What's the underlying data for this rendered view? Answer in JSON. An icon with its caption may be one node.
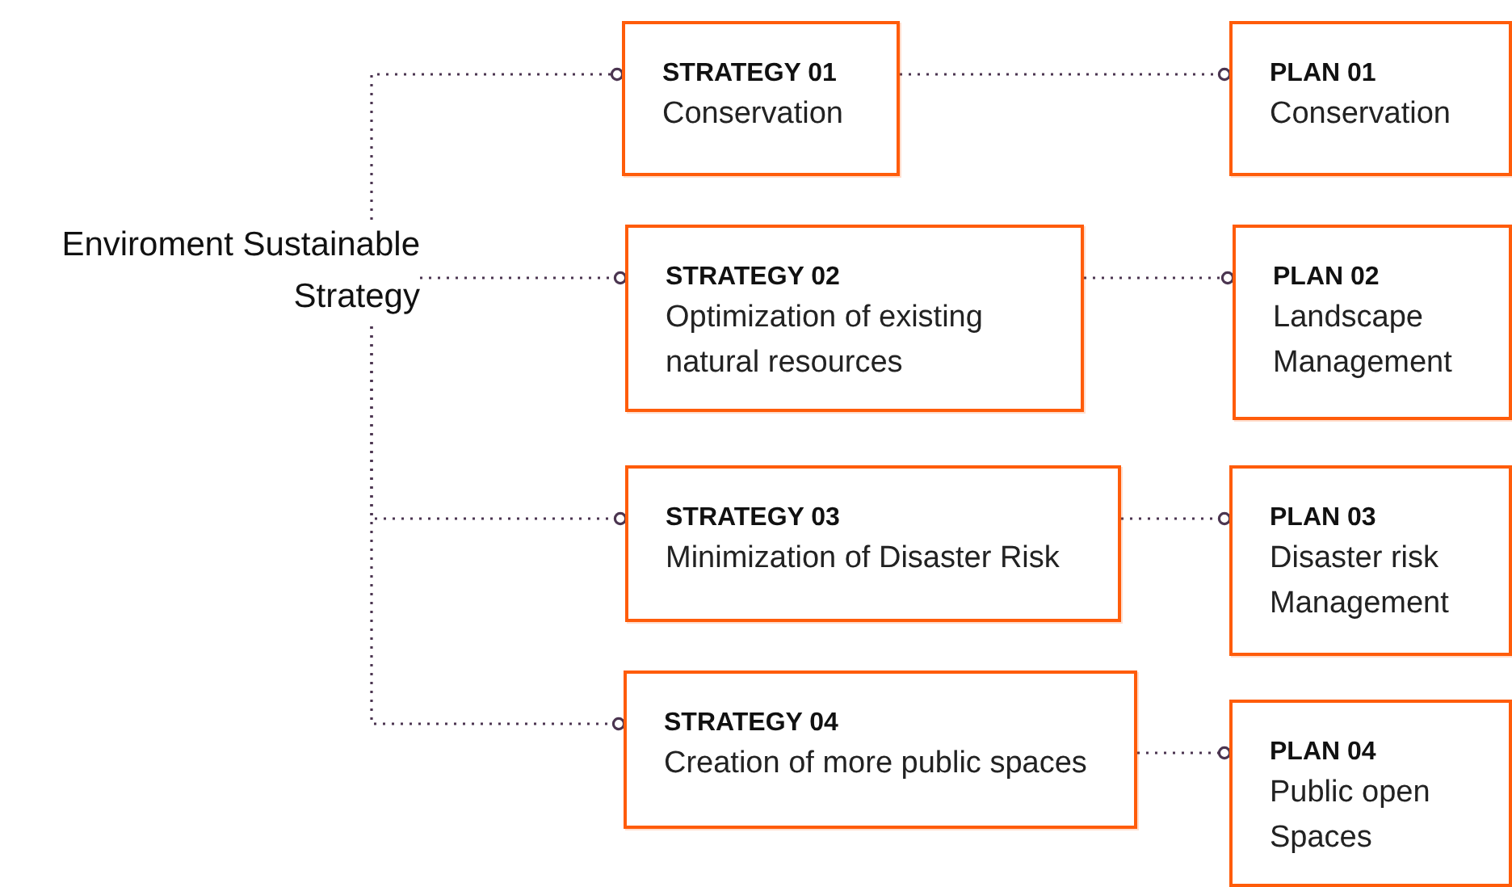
{
  "diagram": {
    "nodes": [
      {
        "text": [
          "Enviroment Sustainable Strategy"
        ]
      },
      {
        "text": [
          "STRATEGY 01",
          "Conservation"
        ]
      },
      {
        "text": [
          "STRATEGY 02",
          "Optimization of existing natural resources"
        ]
      },
      {
        "text": [
          "STRATEGY 03",
          "Minimization of Disaster Risk"
        ]
      },
      {
        "text": [
          "STRATEGY 04",
          "Creation of more public spaces"
        ]
      },
      {
        "text": [
          "PLAN 01",
          "Conservation"
        ]
      },
      {
        "text": [
          "PLAN 02",
          "Landscape Management"
        ]
      },
      {
        "text": [
          "PLAN 03",
          "Disaster risk Management"
        ]
      },
      {
        "text": [
          "PLAN 04",
          "Public open Spaces"
        ]
      }
    ],
    "edges": [
      {
        "from": 0,
        "to": 1,
        "arrow": "other"
      },
      {
        "from": 0,
        "to": 2,
        "arrow": "other"
      },
      {
        "from": 0,
        "to": 3,
        "arrow": "other"
      },
      {
        "from": 0,
        "to": 4,
        "arrow": "other"
      },
      {
        "from": 1,
        "to": 5,
        "arrow": "other"
      },
      {
        "from": 2,
        "to": 6,
        "arrow": "other"
      },
      {
        "from": 3,
        "to": 7,
        "arrow": "other"
      },
      {
        "from": 4,
        "to": 8,
        "arrow": "other"
      }
    ]
  }
}
